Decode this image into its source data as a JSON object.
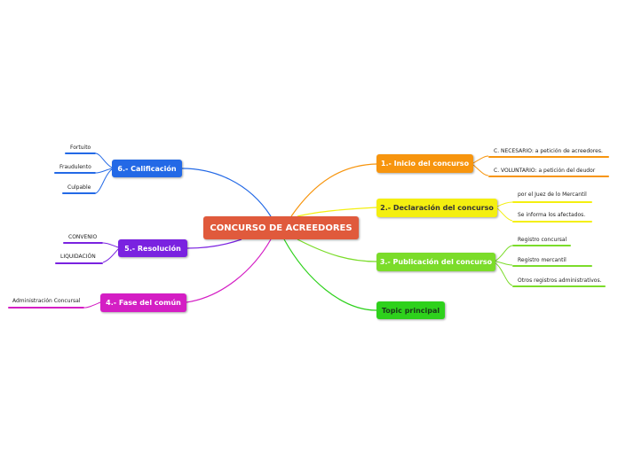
{
  "central": {
    "label": "CONCURSO DE ACREEDORES",
    "color": "#e05a3c"
  },
  "branches": [
    {
      "id": "inicio",
      "label": "1.- Inicio del concurso",
      "color": "#f7950e",
      "leaves": [
        {
          "label": "C. NECESARIO:  a petición de acreedores."
        },
        {
          "label": "C. VOLUNTARIO:  a petición del deudor"
        }
      ]
    },
    {
      "id": "declaracion",
      "label": "2.- Declaración del concurso",
      "color": "#f4ef10",
      "leaves": [
        {
          "label": "por el Juez de lo Mercantil"
        },
        {
          "label": "Se informa los afectados."
        }
      ]
    },
    {
      "id": "publicacion",
      "label": "3.- Publicación del concurso",
      "color": "#7bdc2a",
      "leaves": [
        {
          "label": "Registro concursal"
        },
        {
          "label": "Registro mercantil"
        },
        {
          "label": "Otros registros administrativos."
        }
      ]
    },
    {
      "id": "topic",
      "label": "Topic principal",
      "color": "#2ed11c",
      "leaves": []
    },
    {
      "id": "fase",
      "label": "4.- Fase del común",
      "color": "#d41ec4",
      "leaves": [
        {
          "label": "Administración Concursal"
        }
      ]
    },
    {
      "id": "resolucion",
      "label": "5.- Resolución",
      "color": "#7a22e0",
      "leaves": [
        {
          "label": "CONVENIO"
        },
        {
          "label": "LIQUIDACIÓN"
        }
      ]
    },
    {
      "id": "calificacion",
      "label": "6.- Calificación",
      "color": "#2369e6",
      "leaves": [
        {
          "label": "Fortuito"
        },
        {
          "label": "Fraudulento"
        },
        {
          "label": "Culpable"
        }
      ]
    }
  ]
}
